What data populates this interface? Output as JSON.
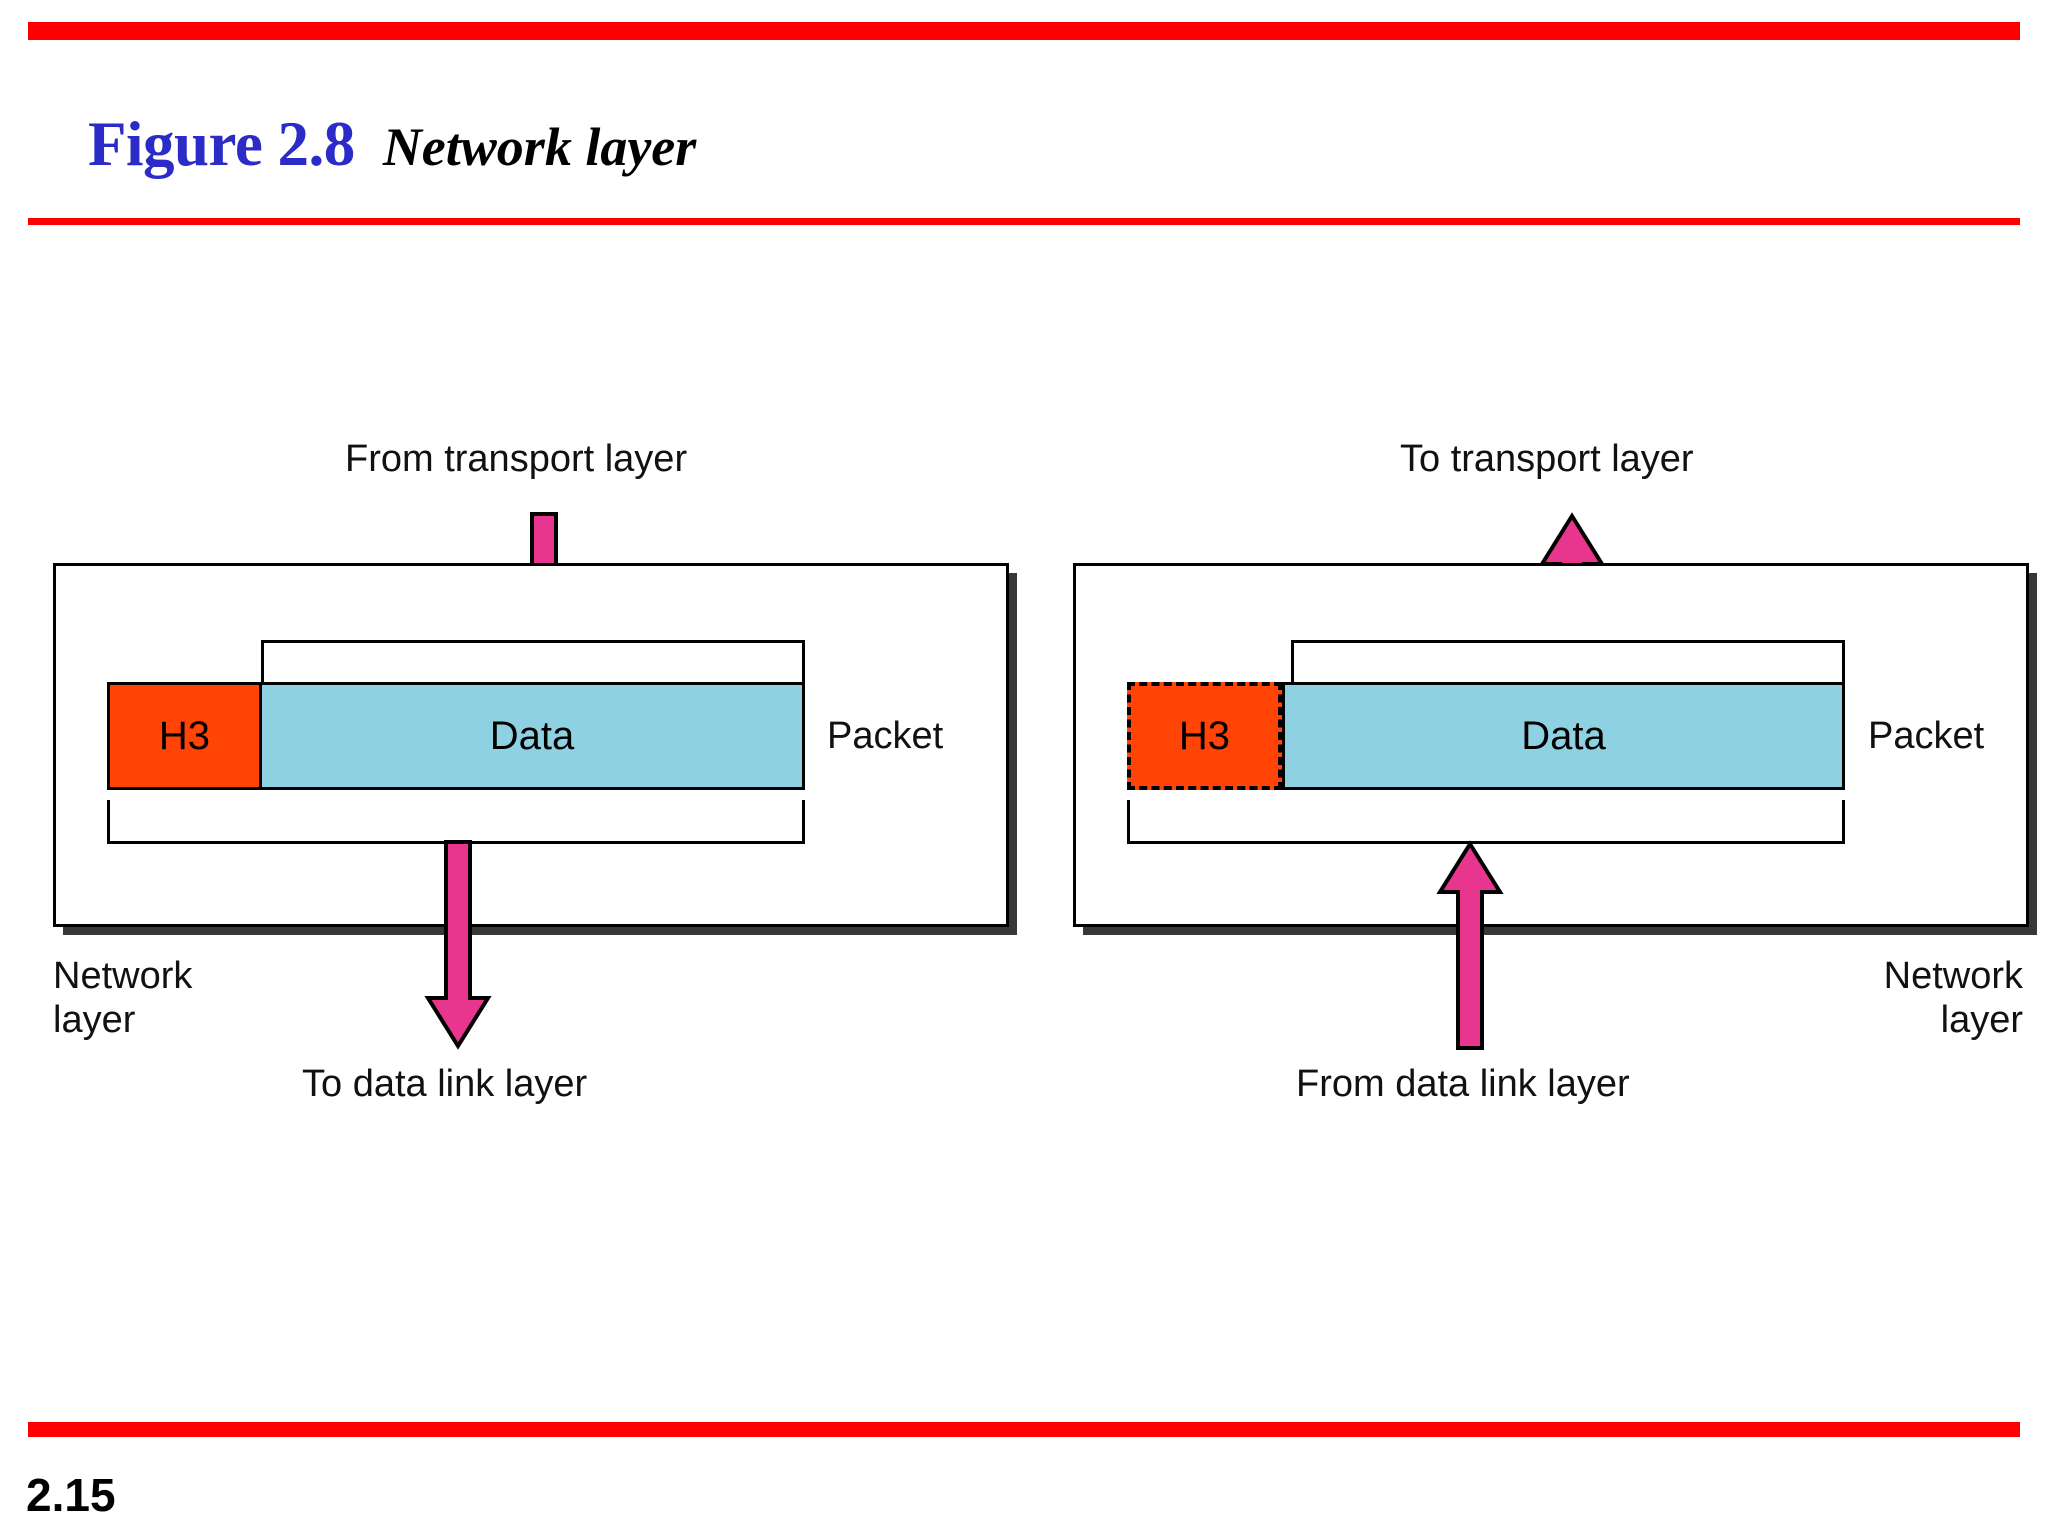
{
  "slide": {
    "page_number": "2.15",
    "accent_rule_color": "#FF0000",
    "title_number_color": "#2B2BC8"
  },
  "title": {
    "figure_number": "Figure 2.8",
    "caption": "Network layer"
  },
  "diagram": {
    "type": "network-layer-encapsulation",
    "colors": {
      "header_fill": "#FF4405",
      "data_fill": "#8ED1E2",
      "arrow_fill": "#E8368F",
      "box_stroke": "#000000"
    },
    "left": {
      "top_arrow_label": "From transport layer",
      "bottom_arrow_label": "To data link layer",
      "layer_label_line1": "Network",
      "layer_label_line2": "layer",
      "packet_label": "Packet",
      "header_label": "H3",
      "data_label": "Data",
      "header_border_style": "solid",
      "top_arrow_direction": "down",
      "bottom_arrow_direction": "down"
    },
    "right": {
      "top_arrow_label": "To transport layer",
      "bottom_arrow_label": "From data link layer",
      "layer_label_line1": "Network",
      "layer_label_line2": "layer",
      "packet_label": "Packet",
      "header_label": "H3",
      "data_label": "Data",
      "header_border_style": "dashed",
      "top_arrow_direction": "up",
      "bottom_arrow_direction": "up"
    }
  }
}
